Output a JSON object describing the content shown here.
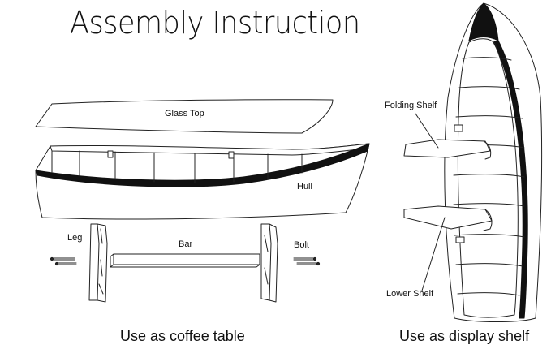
{
  "title": "Assembly Instruction",
  "coffee_table": {
    "labels": {
      "glass_top": "Glass Top",
      "hull": "Hull",
      "leg": "Leg",
      "bar": "Bar",
      "bolt": "Bolt"
    },
    "caption": "Use as coffee table"
  },
  "display_shelf": {
    "labels": {
      "folding_shelf": "Folding Shelf",
      "lower_shelf": "Lower Shelf"
    },
    "caption": "Use as display shelf"
  }
}
